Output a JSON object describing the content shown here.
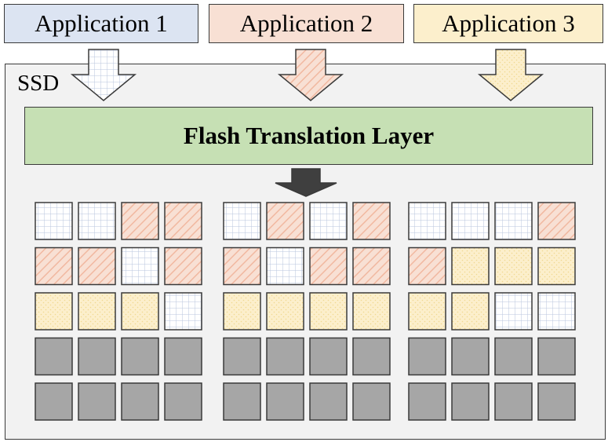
{
  "colors": {
    "app1": "#dce4f2",
    "app2": "#f8e0d4",
    "app3": "#fcefcc",
    "ftl": "#c6e0b4",
    "ssd_bg": "#f2f2f2",
    "cell_free": "#a6a6a6",
    "grid_line": "#b8c6de",
    "stripe_line": "#f1b8a0",
    "dot": "#f0d890",
    "stroke": "#3a3a3a",
    "dark_arrow": "#3f3f3f"
  },
  "applications": [
    {
      "label": "Application 1",
      "pattern": "grid"
    },
    {
      "label": "Application 2",
      "pattern": "stripe"
    },
    {
      "label": "Application 3",
      "pattern": "dots"
    }
  ],
  "ssd": {
    "label": "SSD"
  },
  "ftl": {
    "label": "Flash Translation Layer"
  },
  "flash_groups": [
    {
      "rows": [
        [
          "grid",
          "grid",
          "stripe",
          "stripe"
        ],
        [
          "stripe",
          "stripe",
          "grid",
          "stripe"
        ],
        [
          "dots",
          "dots",
          "dots",
          "grid"
        ],
        [
          "free",
          "free",
          "free",
          "free"
        ],
        [
          "free",
          "free",
          "free",
          "free"
        ]
      ]
    },
    {
      "rows": [
        [
          "grid",
          "stripe",
          "grid",
          "stripe"
        ],
        [
          "stripe",
          "grid",
          "stripe",
          "stripe"
        ],
        [
          "dots",
          "dots",
          "dots",
          "dots"
        ],
        [
          "free",
          "free",
          "free",
          "free"
        ],
        [
          "free",
          "free",
          "free",
          "free"
        ]
      ]
    },
    {
      "rows": [
        [
          "grid",
          "grid",
          "grid",
          "stripe"
        ],
        [
          "stripe",
          "dots",
          "dots",
          "dots"
        ],
        [
          "dots",
          "dots",
          "grid",
          "grid"
        ],
        [
          "free",
          "free",
          "free",
          "free"
        ],
        [
          "free",
          "free",
          "free",
          "free"
        ]
      ]
    }
  ]
}
